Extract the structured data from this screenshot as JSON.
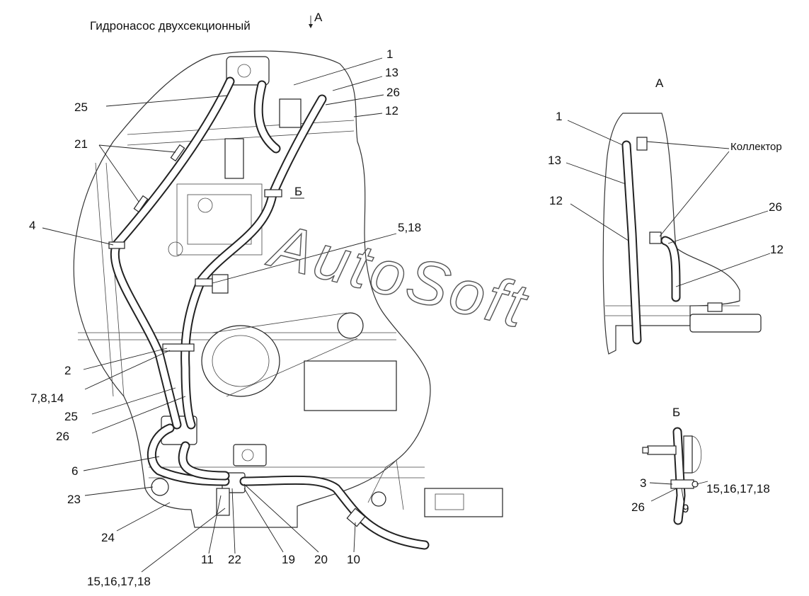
{
  "title": "Гидронасос двухсекционный",
  "view_a_arrow": "А",
  "view_b_arrow": "Б",
  "watermark": "AutoSoft",
  "main_view": {
    "callouts": [
      "1",
      "13",
      "26",
      "12",
      "25",
      "21",
      "4",
      "5,18",
      "2",
      "7,8,14",
      "25",
      "26",
      "6",
      "23",
      "24",
      "11",
      "22",
      "19",
      "20",
      "10",
      "15,16,17,18"
    ]
  },
  "view_a": {
    "title": "А",
    "collector_label": "Коллектор",
    "callouts": [
      "1",
      "13",
      "12",
      "26",
      "12"
    ]
  },
  "view_b": {
    "title": "Б",
    "callouts": [
      "3",
      "26",
      "9",
      "15,16,17,18"
    ]
  }
}
